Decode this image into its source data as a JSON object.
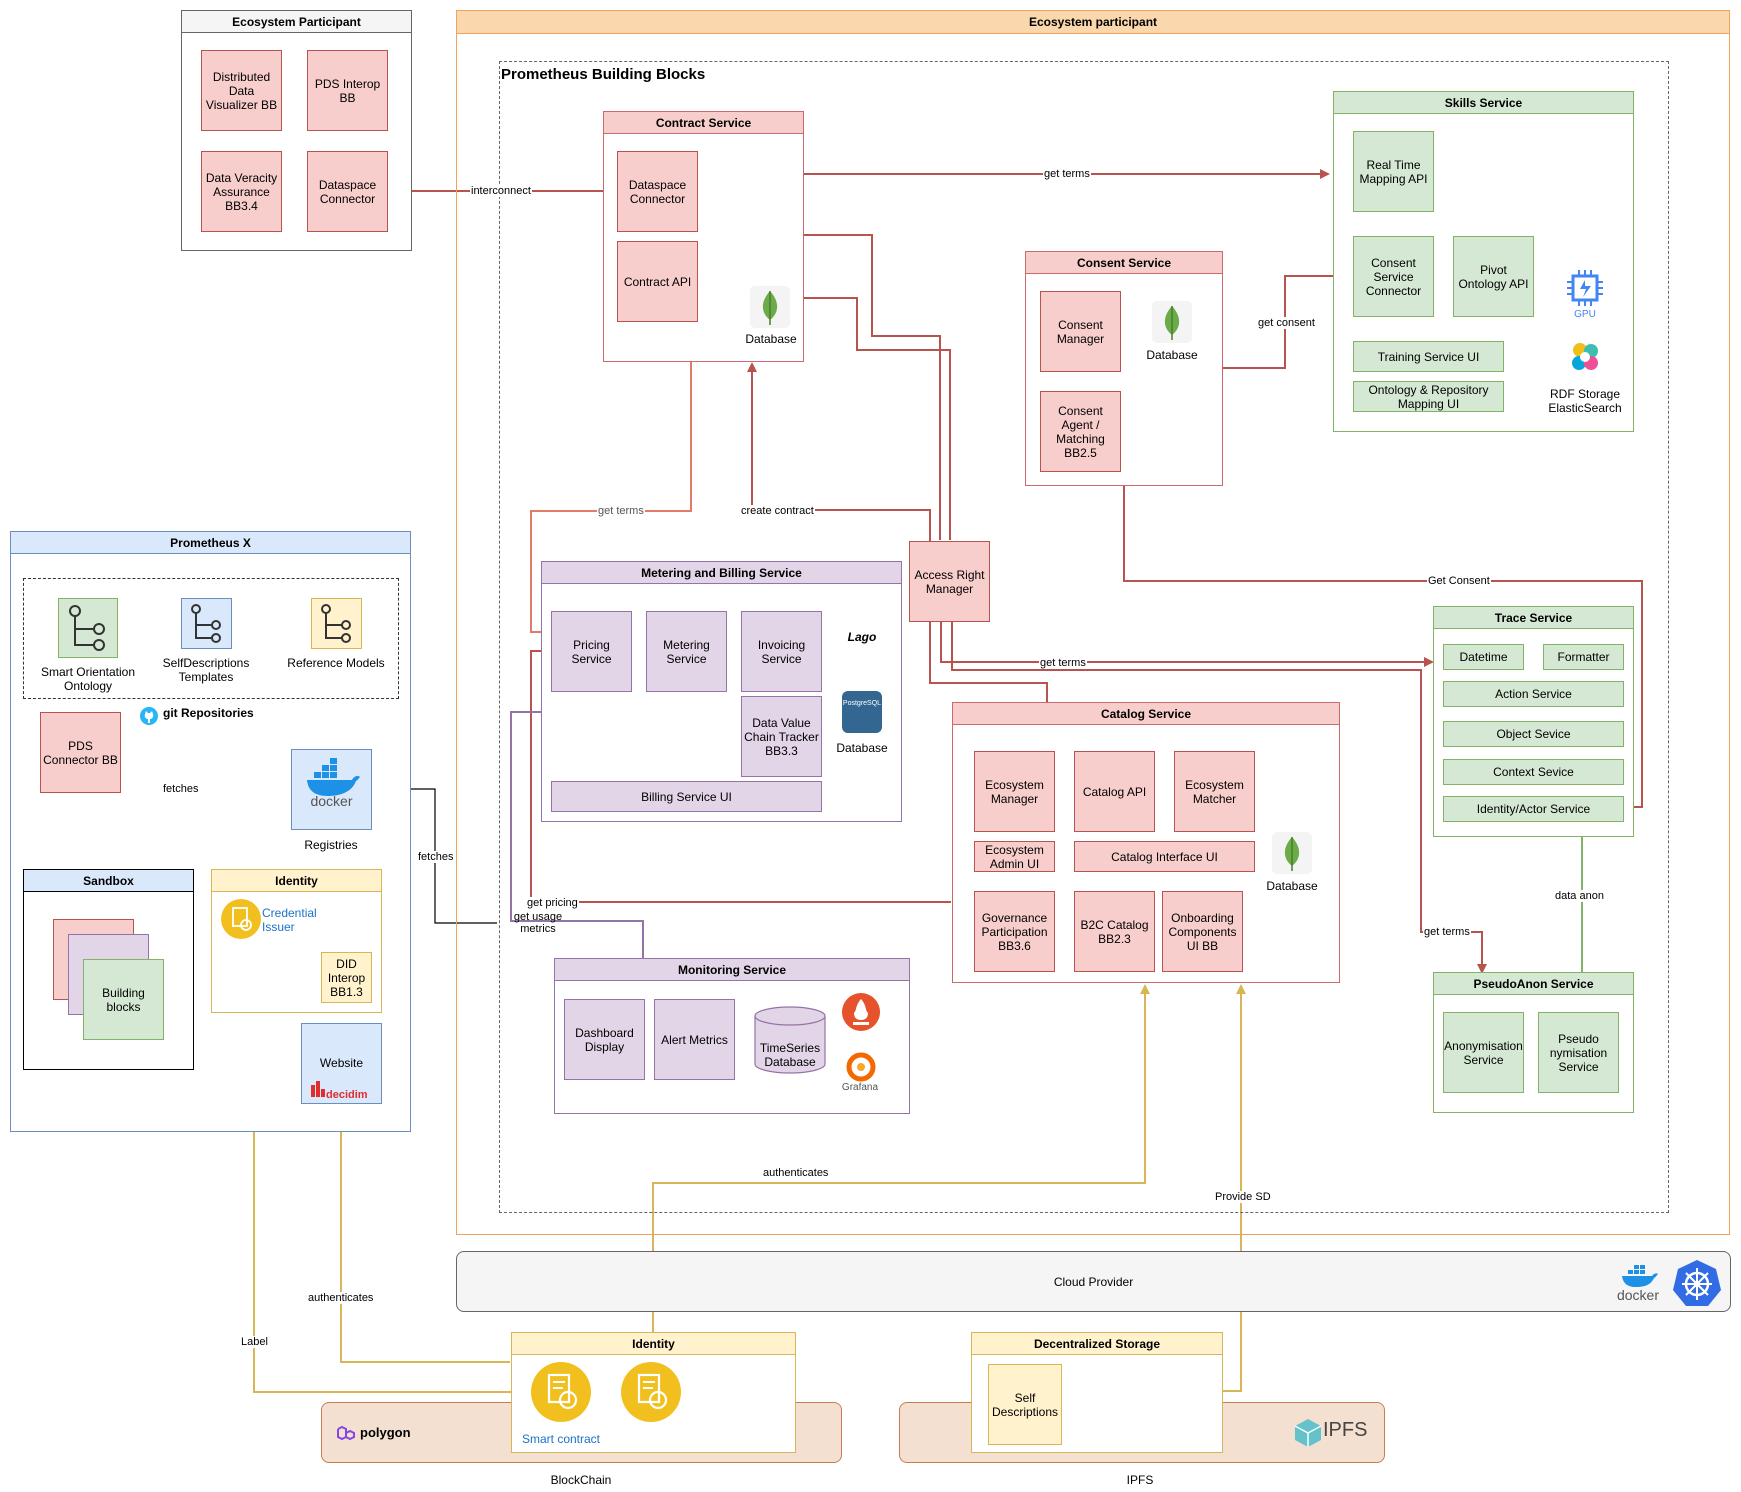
{
  "colors": {
    "red_line": "#b85450",
    "orange_line": "#e07b67",
    "purple_line": "#9673a6",
    "gold_line": "#d6b656",
    "green_line": "#82b366",
    "black_line": "#000000",
    "orange_frame": "#f0a35e"
  },
  "top_left": {
    "title": "Ecosystem Participant",
    "items": [
      "Distributed Data Visualizer BB",
      "PDS Interop BB",
      "Data Veracity Assurance BB3.4",
      "Dataspace Connector"
    ]
  },
  "eco": {
    "title": "Ecosystem participant",
    "bb_title": "Prometheus Building Blocks"
  },
  "contract": {
    "title": "Contract Service",
    "dataspace_connector": "Dataspace Connector",
    "contract_api": "Contract API",
    "db_label": "Database",
    "db_icon": "mongodb-leaf-icon"
  },
  "skills": {
    "title": "Skills Service",
    "real_time": "Real Time Mapping API",
    "consent_connector": "Consent Service Connector",
    "pivot": "Pivot Ontology API",
    "gpu_label": "GPU",
    "training_ui": "Training Service UI",
    "ontology_ui": "Ontology & Repository Mapping UI",
    "rdf_label": "RDF Storage ElasticSearch"
  },
  "consent": {
    "title": "Consent Service",
    "manager": "Consent Manager",
    "agent": "Consent Agent / Matching BB2.5",
    "db_label": "Database"
  },
  "access_right": "Access Right Manager",
  "metering": {
    "title": "Metering and Billing Service",
    "pricing": "Pricing Service",
    "metering": "Metering Service",
    "invoicing": "Invoicing Service",
    "dvct": "Data Value Chain Tracker BB3.3",
    "billing_ui": "Billing Service UI",
    "lago": "Lago",
    "pg_label": "PostgreSQL",
    "db_label": "Database"
  },
  "trace": {
    "title": "Trace Service",
    "datetime": "Datetime",
    "formatter": "Formatter",
    "action": "Action Service",
    "object": "Object Sevice",
    "context": "Context Sevice",
    "identity": "Identity/Actor Service"
  },
  "catalog": {
    "title": "Catalog Service",
    "eco_manager": "Ecosystem Manager",
    "api": "Catalog API",
    "eco_matcher": "Ecosystem Matcher",
    "admin_ui": "Ecosystem Admin UI",
    "interface_ui": "Catalog Interface UI",
    "governance": "Governance Participation BB3.6",
    "b2c": "B2C Catalog BB2.3",
    "onboarding": "Onboarding Components UI BB",
    "db_label": "Database"
  },
  "monitoring": {
    "title": "Monitoring Service",
    "dashboard": "Dashboard Display",
    "alert": "Alert Metrics",
    "tsdb": "TimeSeries Database",
    "grafana": "Grafana"
  },
  "pseudo": {
    "title": "PseudoAnon Service",
    "anonymisation": "Anonymisation Service",
    "pseudonymisation": "Pseudo nymisation Service"
  },
  "promx": {
    "title": "Prometheus X",
    "smart_onto": "Smart Orientation Ontology",
    "selfdesc": "SelfDescriptions Templates",
    "ref_models": "Reference Models",
    "git_repos": "git Repositories",
    "pds": "PDS Connector BB",
    "docker": "docker",
    "registries": "Registries",
    "sandbox": "Sandbox",
    "building_blocks": "Building blocks",
    "identity": "Identity",
    "credential": "Credential Issuer",
    "did": "DID Interop BB1.3",
    "website": "Website",
    "decidim": "decidim"
  },
  "cloud": {
    "label": "Cloud Provider",
    "docker": "docker"
  },
  "bottom_identity": {
    "title": "Identity",
    "smart_contract": "Smart contract"
  },
  "storage": {
    "title": "Decentralized Storage",
    "self_desc": "Self Descriptions"
  },
  "blockchain": {
    "polygon": "polygon",
    "label": "BlockChain"
  },
  "ipfs": {
    "logo": "IPFS",
    "label": "IPFS"
  },
  "edges": {
    "interconnect": "interconnect",
    "get_terms_skills": "get terms",
    "get_consent": "get consent",
    "get_terms_pricing": "get terms",
    "create_contract": "create contract",
    "get_consent_trace": "Get Consent",
    "get_terms_trace": "get terms",
    "get_terms_pseudo": "get terms",
    "data_anon": "data anon",
    "fetches_sandbox": "fetches",
    "fetches_monitor": "fetches",
    "get_pricing": "get pricing",
    "get_usage": "get usage metrics",
    "authenticates_catalog": "authenticates",
    "provide_sd": "Provide SD",
    "authenticates_website": "authenticates",
    "label": "Label"
  }
}
